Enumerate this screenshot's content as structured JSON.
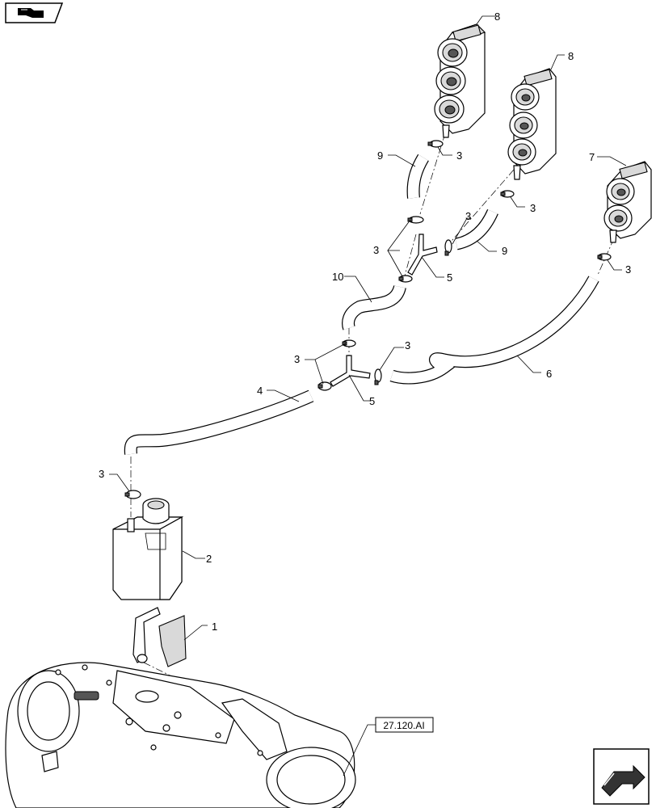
{
  "callouts": [
    "1",
    "2",
    "3",
    "4",
    "5",
    "6",
    "7",
    "8",
    "9",
    "10"
  ],
  "reference": {
    "text": "27.120.AI"
  },
  "icons": {
    "top_left": "book-hand-icon",
    "bottom_right": "next-page-arrow-icon"
  }
}
